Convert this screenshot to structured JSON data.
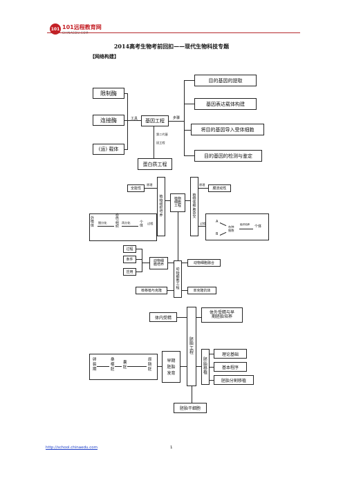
{
  "header": {
    "logo_mark": "101",
    "logo_cn": "101远程教育网",
    "logo_en": "CHINAEDU.COM"
  },
  "title": "2014高考生物考前回扣——现代生物科技专题",
  "section": "【网络构建】",
  "footer": {
    "url": "http://school.chinaedu.com",
    "page": "1"
  },
  "genetic": {
    "enzyme": "限制酶",
    "ligase": "连接酶",
    "vector": "(运) 载体",
    "tools": "工具",
    "gene_eng": "基因工程",
    "steps": "步骤",
    "step1": "目的基因的提取",
    "step2": "基因表达载体构建",
    "step3": "将目的基因导入受体细胞",
    "step4": "目的基因的检测与鉴定",
    "second_gen1": "第二代基",
    "second_gen2": "因工程",
    "protein_eng": "蛋白质工程"
  },
  "cell": {
    "totipotency": "全能性",
    "principle": "原理",
    "plant_tissue": [
      "植",
      "物",
      "组",
      "织",
      "培",
      "养"
    ],
    "plant_cell_eng": [
      "植物",
      "细胞",
      "工程"
    ],
    "plant_fusion": [
      "植",
      "物",
      "体",
      "细",
      "胞",
      "杂",
      "交"
    ],
    "principle2": "原理",
    "membrane_fluidity": "膜流动性",
    "explant": [
      "外",
      "植",
      "体"
    ],
    "dediff": "脱分化",
    "callus": [
      "愈",
      "伤",
      "组",
      "织"
    ],
    "rediff": "再分化",
    "individual": [
      "个",
      "体"
    ],
    "process": "过程",
    "process2": "过程",
    "a": "A",
    "b": "B",
    "hybrid1": "杂种",
    "hybrid2": "细胞",
    "culture_note": "组织培养",
    "hybrid_individual": [
      "个",
      "体"
    ],
    "proc_label": "过程",
    "condition_label": "条件",
    "app_label": "应用",
    "animal_culture": [
      "动物细",
      "胞培养"
    ],
    "animal_cell_eng": [
      "动",
      "物",
      "细",
      "胞",
      "工",
      "程"
    ],
    "animal_fusion": "动物细胞融合",
    "nuclear_transfer": "核移植与克隆",
    "monoclonal": "单克隆抗体"
  },
  "embryo": {
    "in_vivo": "体内受精",
    "in_vitro1": "体外受精与早",
    "in_vitro2": "期胚胎培养",
    "embryo_eng": [
      "胚",
      "胎",
      "工",
      "程"
    ],
    "transfer": [
      "胚",
      "胎",
      "移",
      "植"
    ],
    "theory": "理论基础",
    "procedure": "基本程序",
    "split": "胚胎分割移植",
    "early_dev": [
      "早期",
      "胚胎",
      "发育"
    ],
    "cleavage": [
      "卵",
      "裂",
      "期"
    ],
    "morula": [
      "桑",
      "椹",
      "胚"
    ],
    "blastocyst": [
      "囊",
      "胚"
    ],
    "gastrula": [
      "原",
      "肠",
      "胚"
    ],
    "stem_cell": "胚胎干细胞"
  }
}
